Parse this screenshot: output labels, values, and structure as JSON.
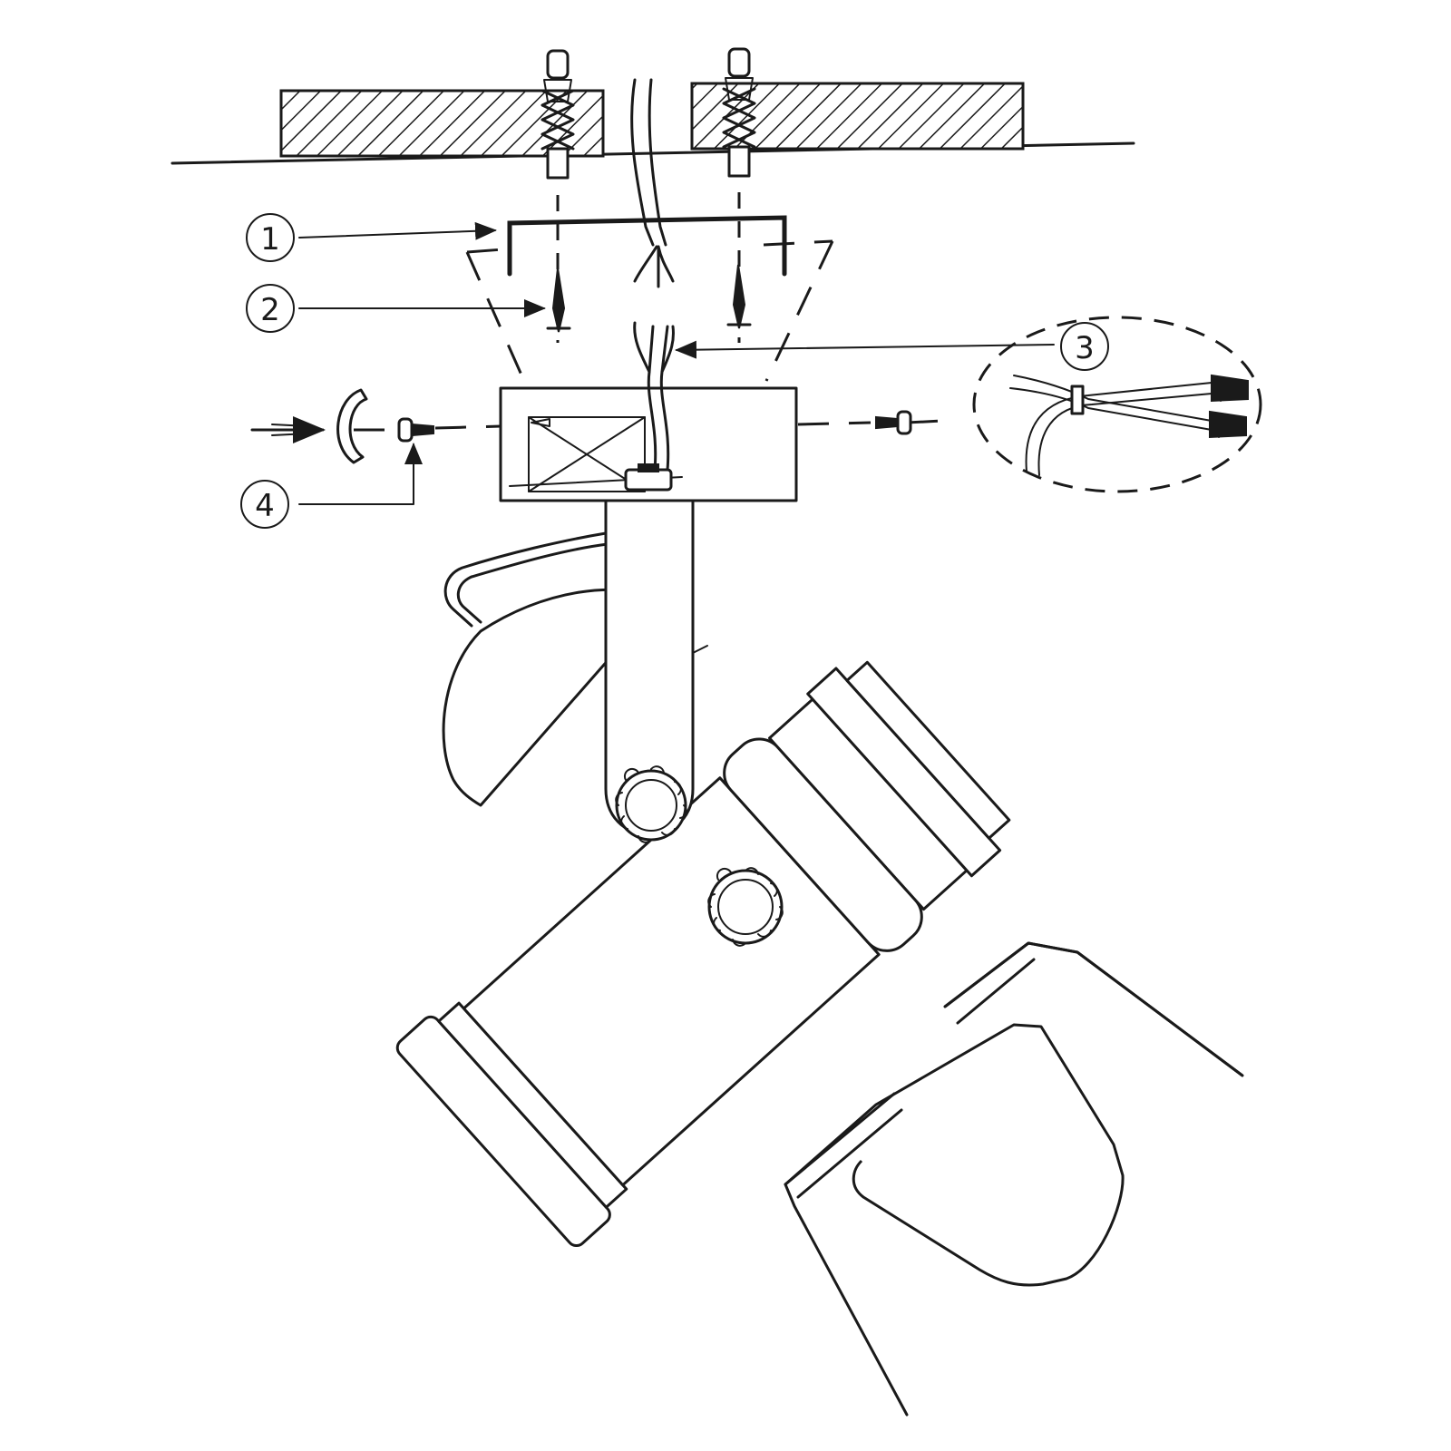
{
  "callouts": [
    {
      "label": "1"
    },
    {
      "label": "2"
    },
    {
      "label": "3"
    },
    {
      "label": "4"
    }
  ],
  "colors": {
    "line": "#1a1a1a",
    "background": "#ffffff"
  }
}
